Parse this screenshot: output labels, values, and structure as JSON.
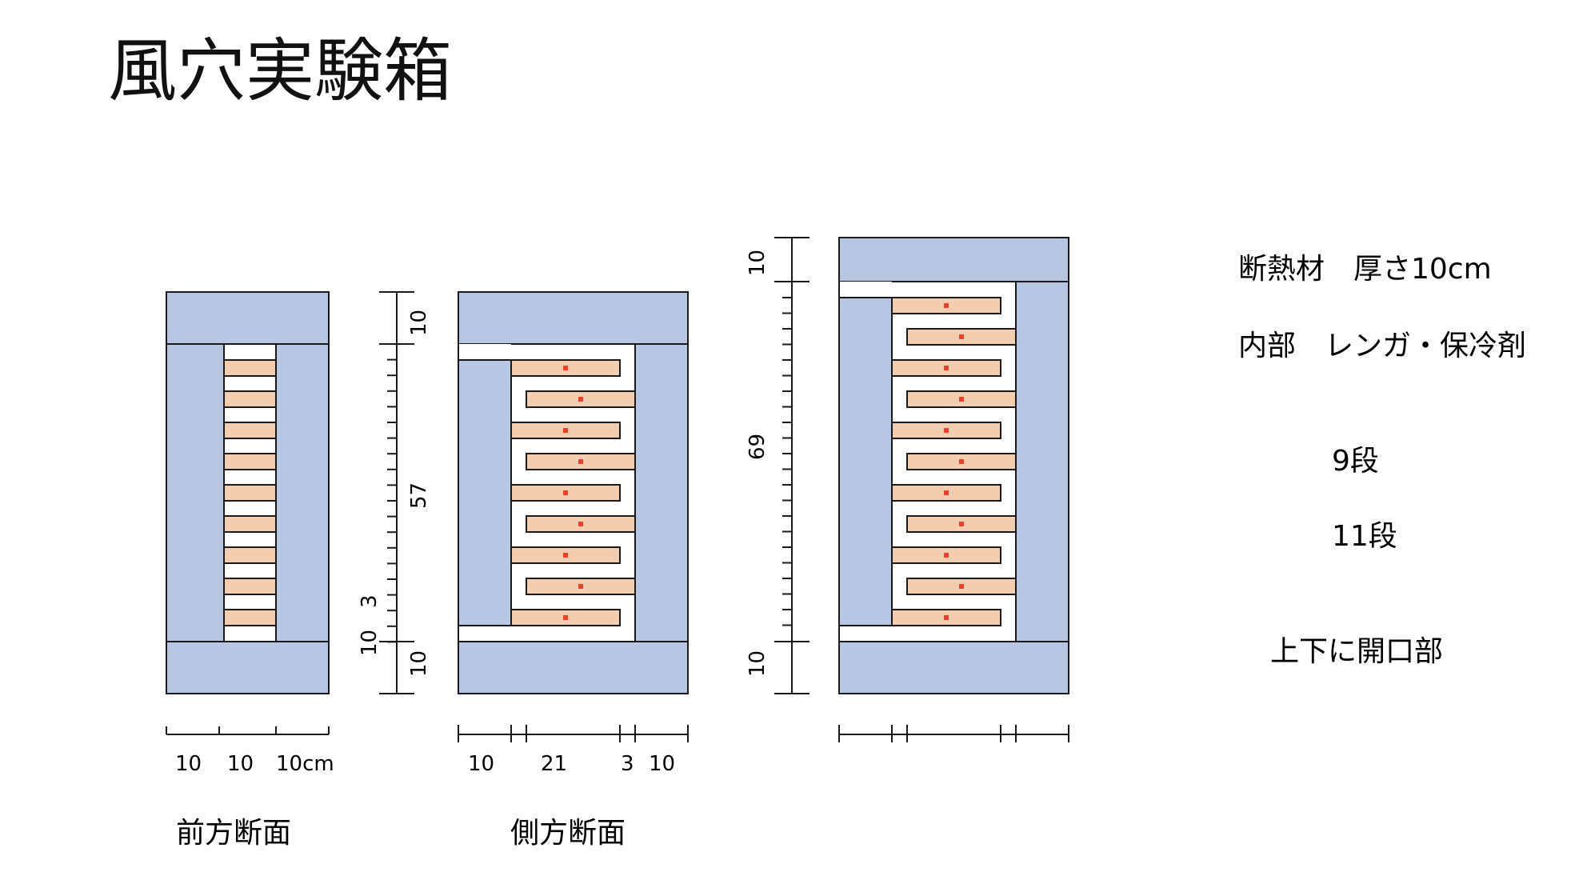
{
  "title": "風穴実験箱",
  "colors": {
    "insulation": "#b7c6e3",
    "brick": "#f2cdb0",
    "sensor": "#e8412c",
    "line": "#1a1a1a"
  },
  "front": {
    "caption": "前方断面",
    "bottom_labels": [
      "10",
      "10",
      "10cm"
    ],
    "right_labels": {
      "upper": "10",
      "gap": "3",
      "lower": "10"
    }
  },
  "side": {
    "caption": "側方断面",
    "bottom_labels": [
      "10",
      "21",
      "3",
      "10"
    ],
    "left_labels": {
      "top": "10",
      "middle": "57",
      "bottom": "10"
    }
  },
  "tall": {
    "left_labels": {
      "top": "10",
      "middle": "69",
      "bottom": "10"
    }
  },
  "notes": {
    "insulation": "断熱材　厚さ10cm",
    "interior": "内部　レンガ・保冷剤",
    "tiers_9": "9段",
    "tiers_11": "11段",
    "opening": "上下に開口部"
  }
}
